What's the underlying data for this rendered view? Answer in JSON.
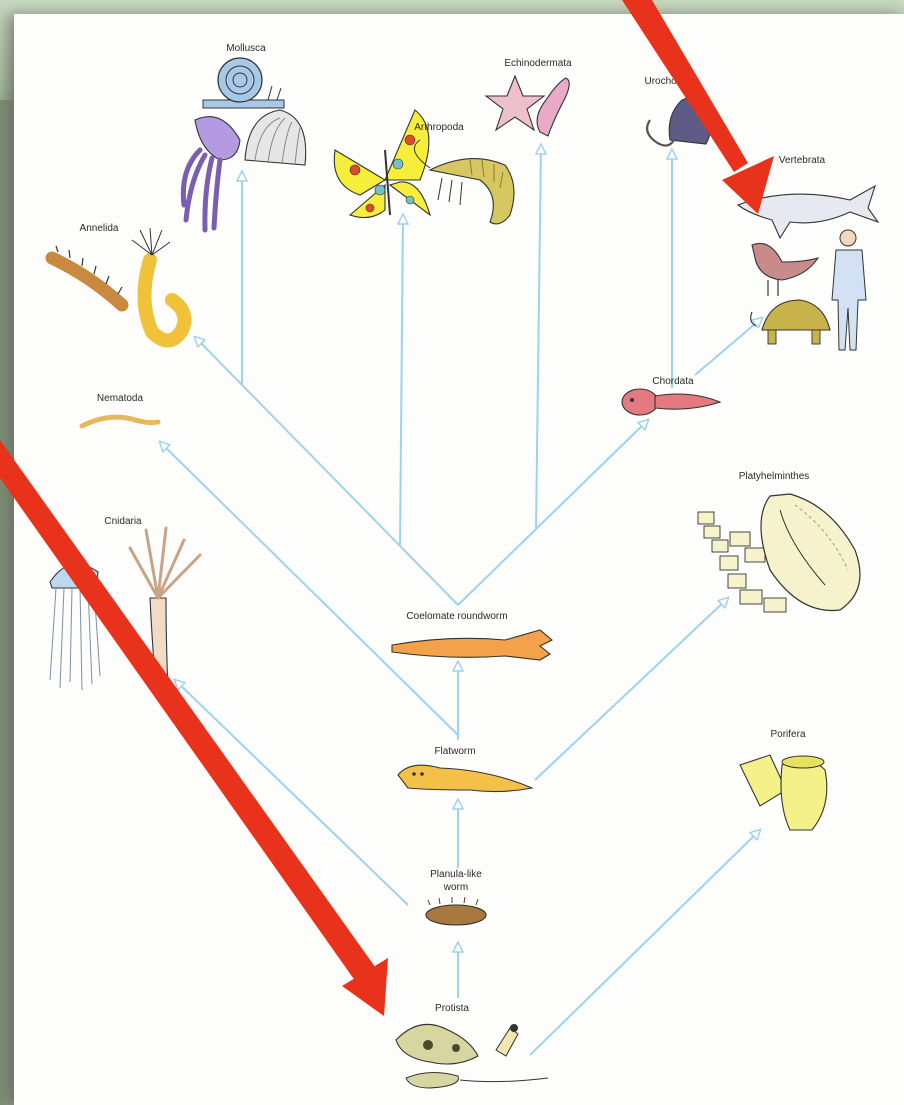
{
  "diagram": {
    "nodes": {
      "mollusca": "Mollusca",
      "echinodermata": "Echinodermata",
      "urochordata": "Urochordata",
      "arthropoda": "Arthropoda",
      "vertebrata": "Vertebrata",
      "annelida": "Annelida",
      "nematoda": "Nematoda",
      "chordata": "Chordata",
      "platyhelminthes": "Platyhelminthes",
      "cnidaria": "Cnidaria",
      "coelomate": "Coelomate roundworm",
      "flatworm": "Flatworm",
      "porifera": "Porifera",
      "planula_line1": "Planula-like",
      "planula_line2": "worm",
      "protista": "Protista"
    },
    "colors": {
      "branch": "#9fd2ec",
      "annotation_arrow": "#e8321b",
      "flatworm": "#f5c04a",
      "coelomate": "#f4a24a",
      "porifera": "#f4f08a",
      "arthropoda": "#f6ee3a",
      "mollusca_squid": "#b49ae0",
      "echinodermata": "#eec0cc",
      "chordata": "#e47a80"
    },
    "icons": [
      "snail-icon",
      "squid-icon",
      "clam-icon",
      "butterfly-icon",
      "shrimp-icon",
      "starfish-icon",
      "sea-cucumber-icon",
      "tunicate-icon",
      "shark-icon",
      "bird-icon",
      "turtle-icon",
      "human-icon",
      "caterpillar-icon",
      "tube-worm-icon",
      "nematode-icon",
      "tadpole-icon",
      "tapeworm-icon",
      "fluke-icon",
      "jellyfish-icon",
      "hydra-icon",
      "coelomate-worm-icon",
      "flatworm-icon",
      "sponge-icon",
      "planula-icon",
      "protist-icon"
    ]
  }
}
